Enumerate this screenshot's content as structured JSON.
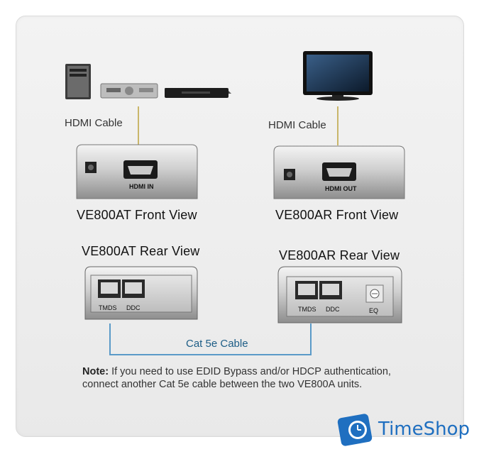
{
  "labels": {
    "hdmi_cable_left": "HDMI Cable",
    "hdmi_cable_right": "HDMI Cable",
    "at_front_view": "VE800AT Front View",
    "ar_front_view": "VE800AR Front View",
    "at_rear_view": "VE800AT Rear View",
    "ar_rear_view": "VE800AR Rear View",
    "hdmi_in": "HDMI IN",
    "hdmi_out": "HDMI OUT",
    "tmds_left": "TMDS",
    "ddc_left": "DDC",
    "tmds_right": "TMDS",
    "ddc_right": "DDC",
    "eq": "EQ",
    "cat_cable": "Cat 5e Cable"
  },
  "note": {
    "label": "Note:",
    "text": "If you need to use EDID Bypass and/or HDCP authentication, connect another Cat 5e cable between the two VE800A units."
  },
  "watermark": {
    "text": "TimeShop"
  },
  "colors": {
    "hdmi_cable_line": "#c9b66a",
    "cat_cable_line": "#5a9ac8",
    "logo_blue": "#1f6fc0"
  }
}
